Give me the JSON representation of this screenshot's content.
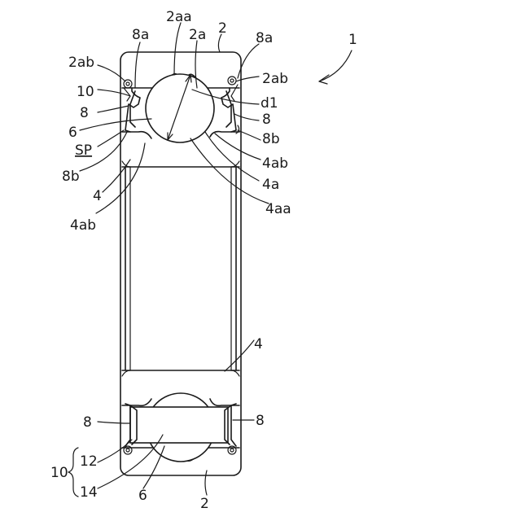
{
  "labels": {
    "assembly": "1",
    "ball_groove_top": "2aa",
    "outer_race_top": "2a",
    "outer_ring_top": "2",
    "seal_lip_left": "8a",
    "seal_lip_right": "8a",
    "groove_left": "2ab",
    "groove_right": "2ab",
    "seal_unit_left": "10",
    "diameter": "d1",
    "seal_left": "8",
    "seal_right": "8",
    "ball_top": "6",
    "seal_edge_right": "8b",
    "gap": "SP",
    "seal_edge_left": "8b",
    "inner_groove_right": "4ab",
    "inner_ring_left": "4",
    "inner_race": "4a",
    "inner_groove_left": "4ab",
    "inner_race_groove": "4aa",
    "inner_ring_bottom": "4",
    "seal_bottom_left": "8",
    "seal_bottom_right": "8",
    "seal_unit_bottom": "10",
    "core_bottom": "12",
    "lip_bottom": "14",
    "ball_bottom": "6",
    "outer_ring_bottom": "2"
  }
}
